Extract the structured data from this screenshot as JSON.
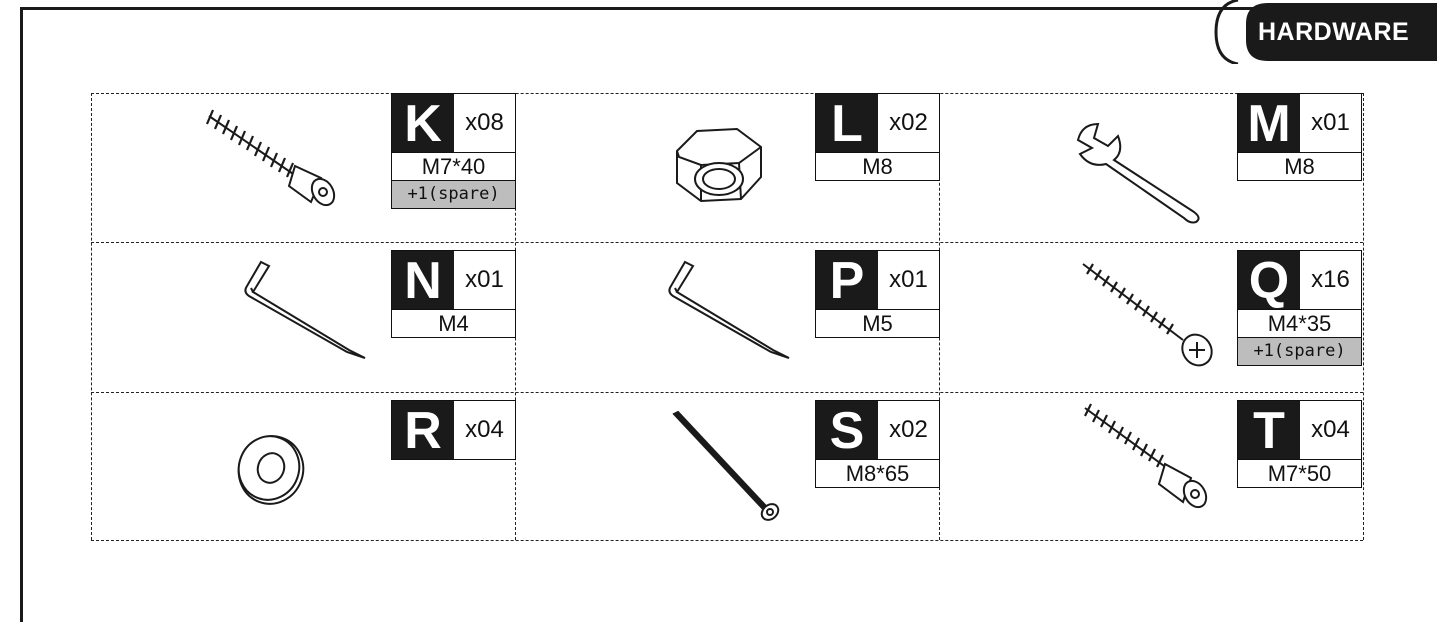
{
  "header": {
    "title": "HARDWARE"
  },
  "items": [
    {
      "letter": "K",
      "qty": "x08",
      "size": "M7*40",
      "spare": "+1(spare)",
      "icon": "cam-bolt-icon"
    },
    {
      "letter": "L",
      "qty": "x02",
      "size": "M8",
      "icon": "hex-nut-icon"
    },
    {
      "letter": "M",
      "qty": "x01",
      "size": "M8",
      "icon": "wrench-icon"
    },
    {
      "letter": "N",
      "qty": "x01",
      "size": "M4",
      "icon": "allen-key-icon"
    },
    {
      "letter": "P",
      "qty": "x01",
      "size": "M5",
      "icon": "allen-key-icon"
    },
    {
      "letter": "Q",
      "qty": "x16",
      "size": "M4*35",
      "spare": "+1(spare)",
      "icon": "wood-screw-icon"
    },
    {
      "letter": "R",
      "qty": "x04",
      "icon": "washer-icon"
    },
    {
      "letter": "S",
      "qty": "x02",
      "size": "M8*65",
      "icon": "long-bolt-icon"
    },
    {
      "letter": "T",
      "qty": "x04",
      "size": "M7*50",
      "icon": "cam-bolt-icon"
    }
  ],
  "colors": {
    "ink": "#1a1a1a",
    "spare_fill": "#bdbdbd"
  }
}
